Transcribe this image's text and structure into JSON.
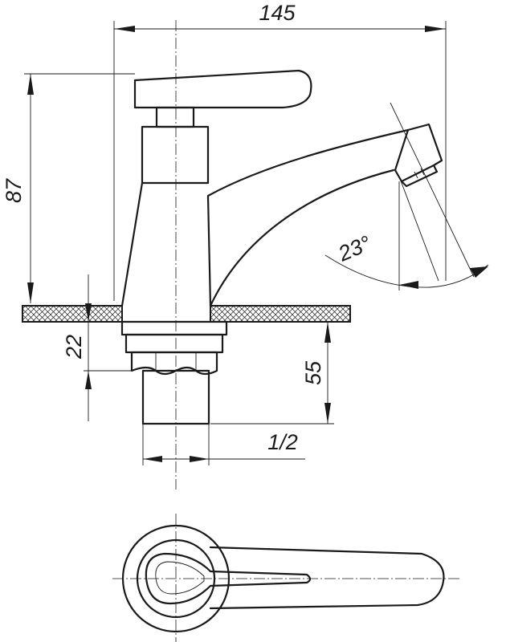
{
  "dimensions": {
    "overall_width": "145",
    "height": "87",
    "angle": "23°",
    "thread_length": "22",
    "shank_length": "55",
    "thread_size": "1/2"
  }
}
